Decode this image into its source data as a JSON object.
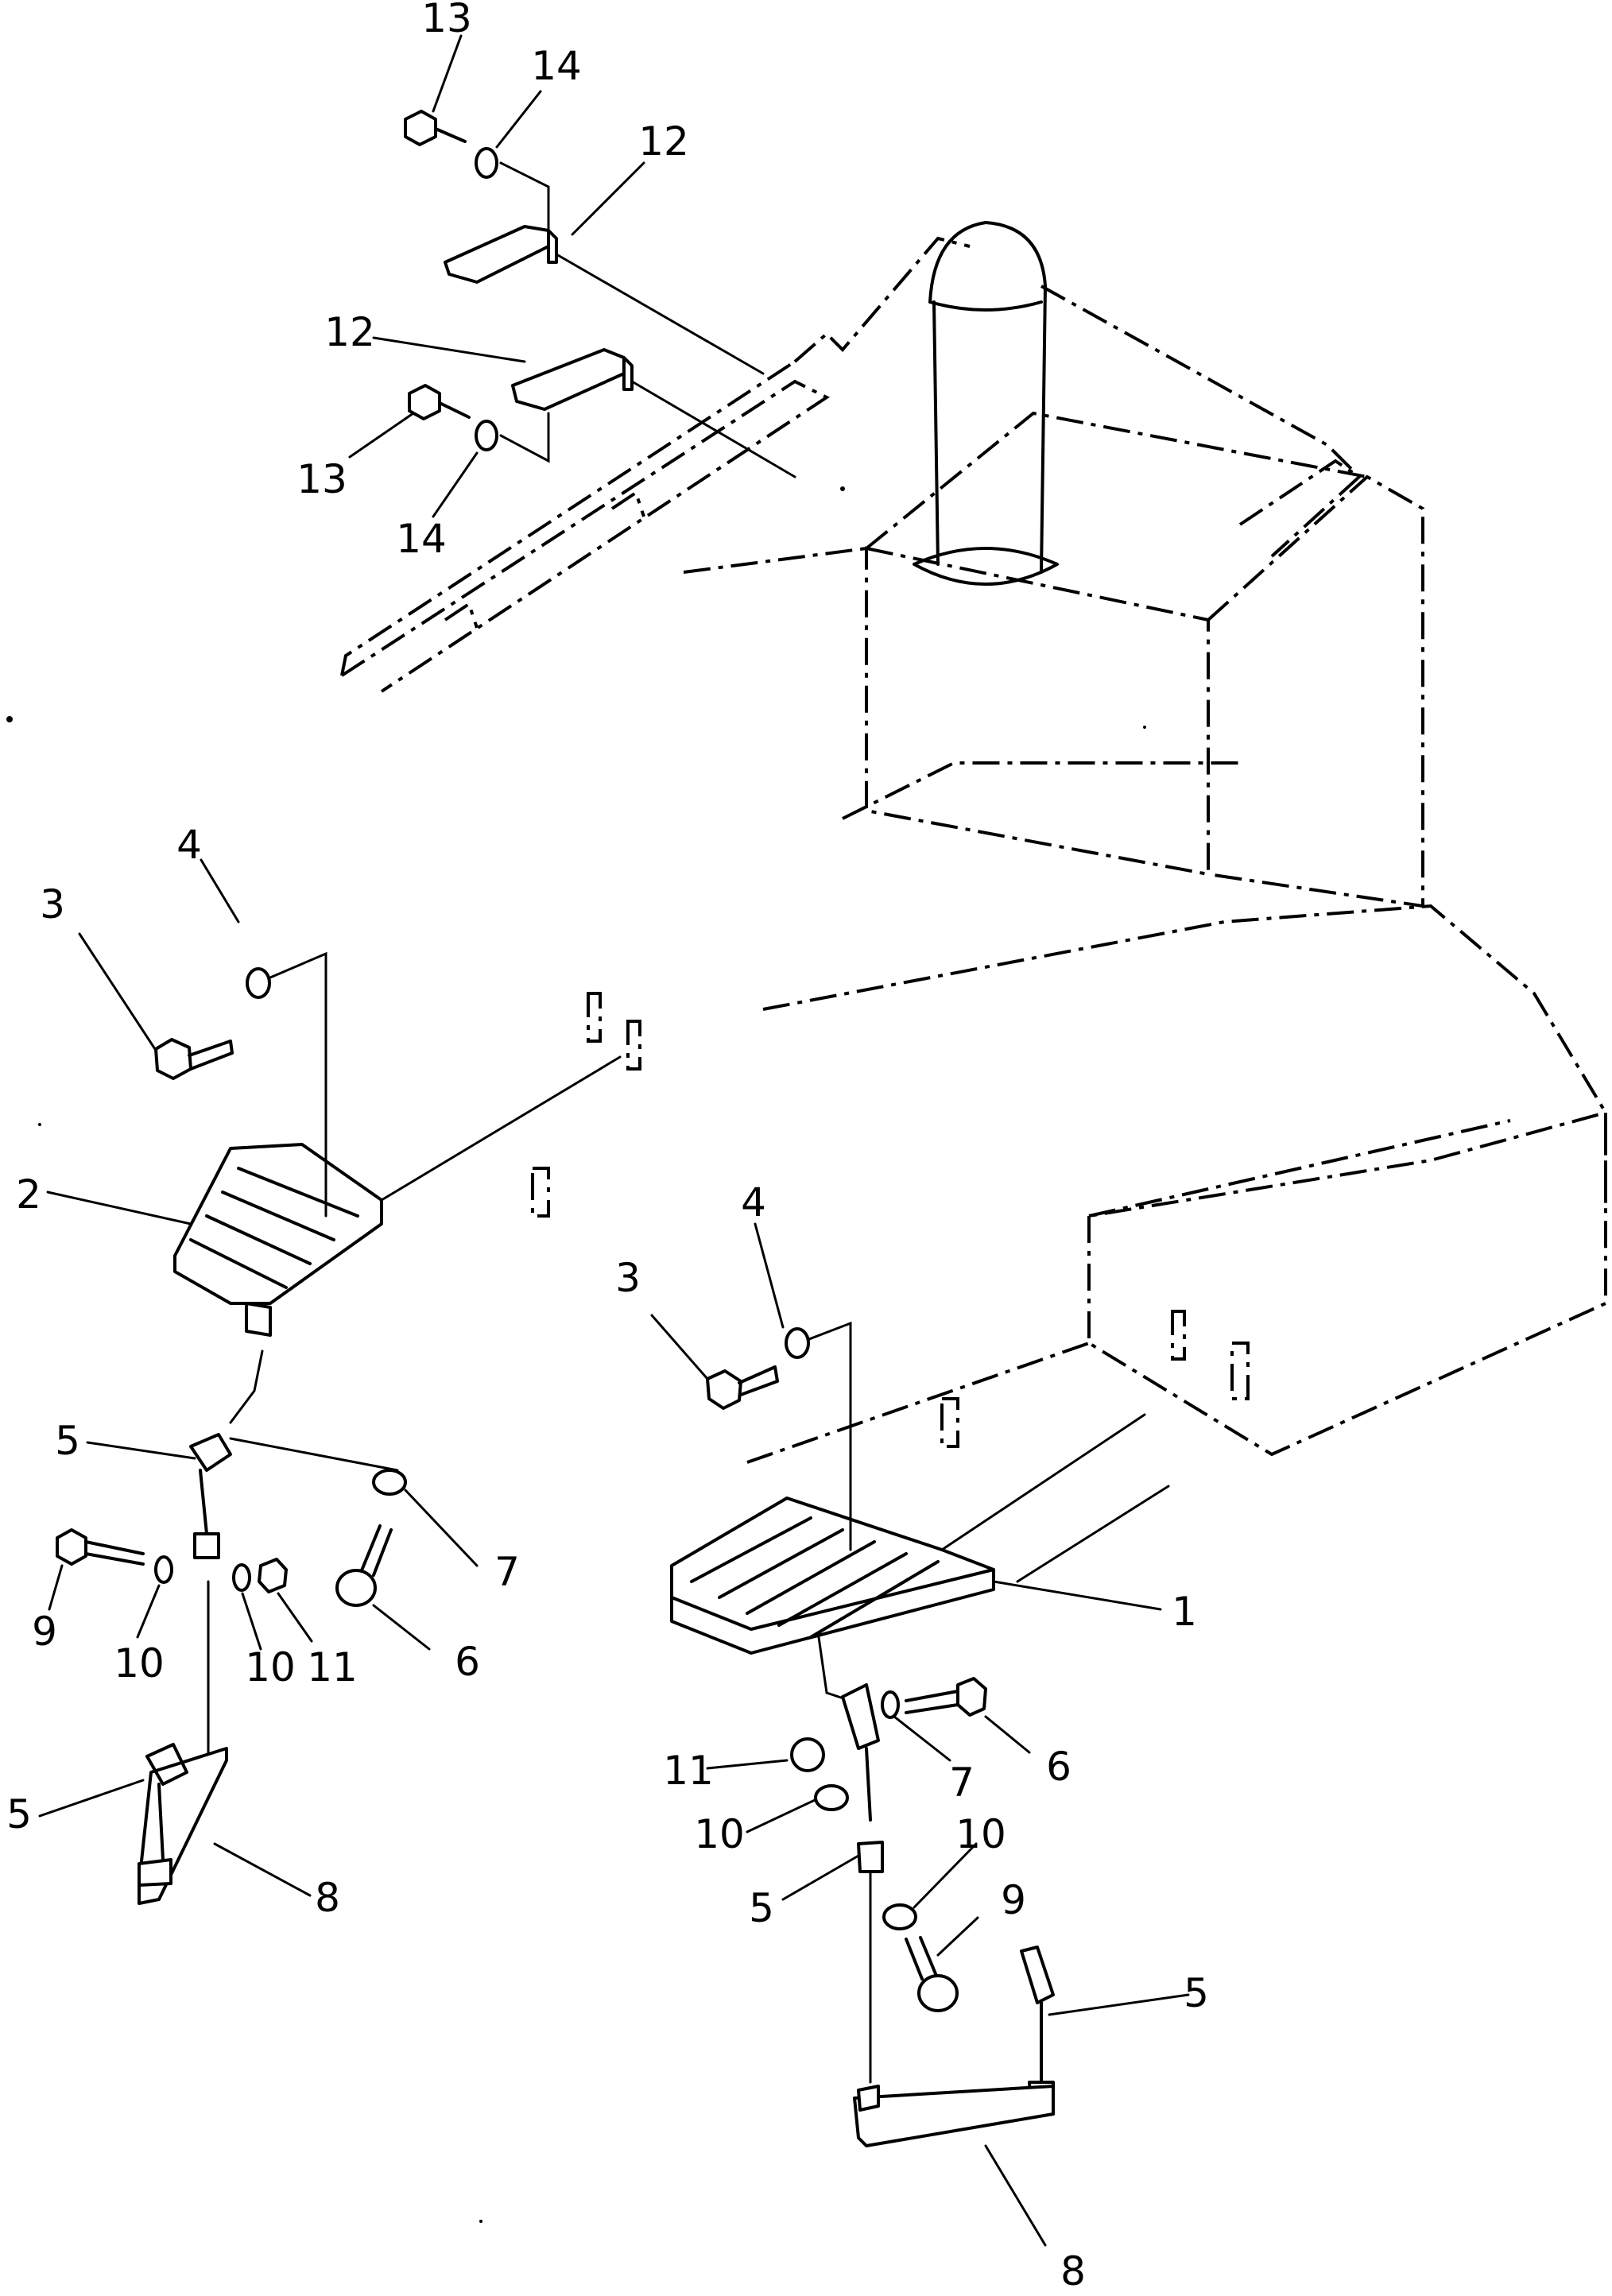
{
  "diagram": {
    "callouts": [
      {
        "id": "c13a",
        "text": "13"
      },
      {
        "id": "c14a",
        "text": "14"
      },
      {
        "id": "c12a",
        "text": "12"
      },
      {
        "id": "c12b",
        "text": "12"
      },
      {
        "id": "c13b",
        "text": "13"
      },
      {
        "id": "c14b",
        "text": "14"
      },
      {
        "id": "c4a",
        "text": "4"
      },
      {
        "id": "c3a",
        "text": "3"
      },
      {
        "id": "c2",
        "text": "2"
      },
      {
        "id": "c4b",
        "text": "4"
      },
      {
        "id": "c3b",
        "text": "3"
      },
      {
        "id": "c5a",
        "text": "5"
      },
      {
        "id": "c7a",
        "text": "7"
      },
      {
        "id": "c9a",
        "text": "9"
      },
      {
        "id": "c10a",
        "text": "10"
      },
      {
        "id": "c10b",
        "text": "10"
      },
      {
        "id": "c11a",
        "text": "11"
      },
      {
        "id": "c6a",
        "text": "6"
      },
      {
        "id": "c1",
        "text": "1"
      },
      {
        "id": "c11b",
        "text": "11"
      },
      {
        "id": "c7b",
        "text": "7"
      },
      {
        "id": "c6b",
        "text": "6"
      },
      {
        "id": "c10c",
        "text": "10"
      },
      {
        "id": "c10d",
        "text": "10"
      },
      {
        "id": "c5b",
        "text": "5"
      },
      {
        "id": "c9b",
        "text": "9"
      },
      {
        "id": "c5c",
        "text": "5"
      },
      {
        "id": "c5d",
        "text": "5"
      },
      {
        "id": "c8a",
        "text": "8"
      },
      {
        "id": "c8b",
        "text": "8"
      }
    ]
  }
}
